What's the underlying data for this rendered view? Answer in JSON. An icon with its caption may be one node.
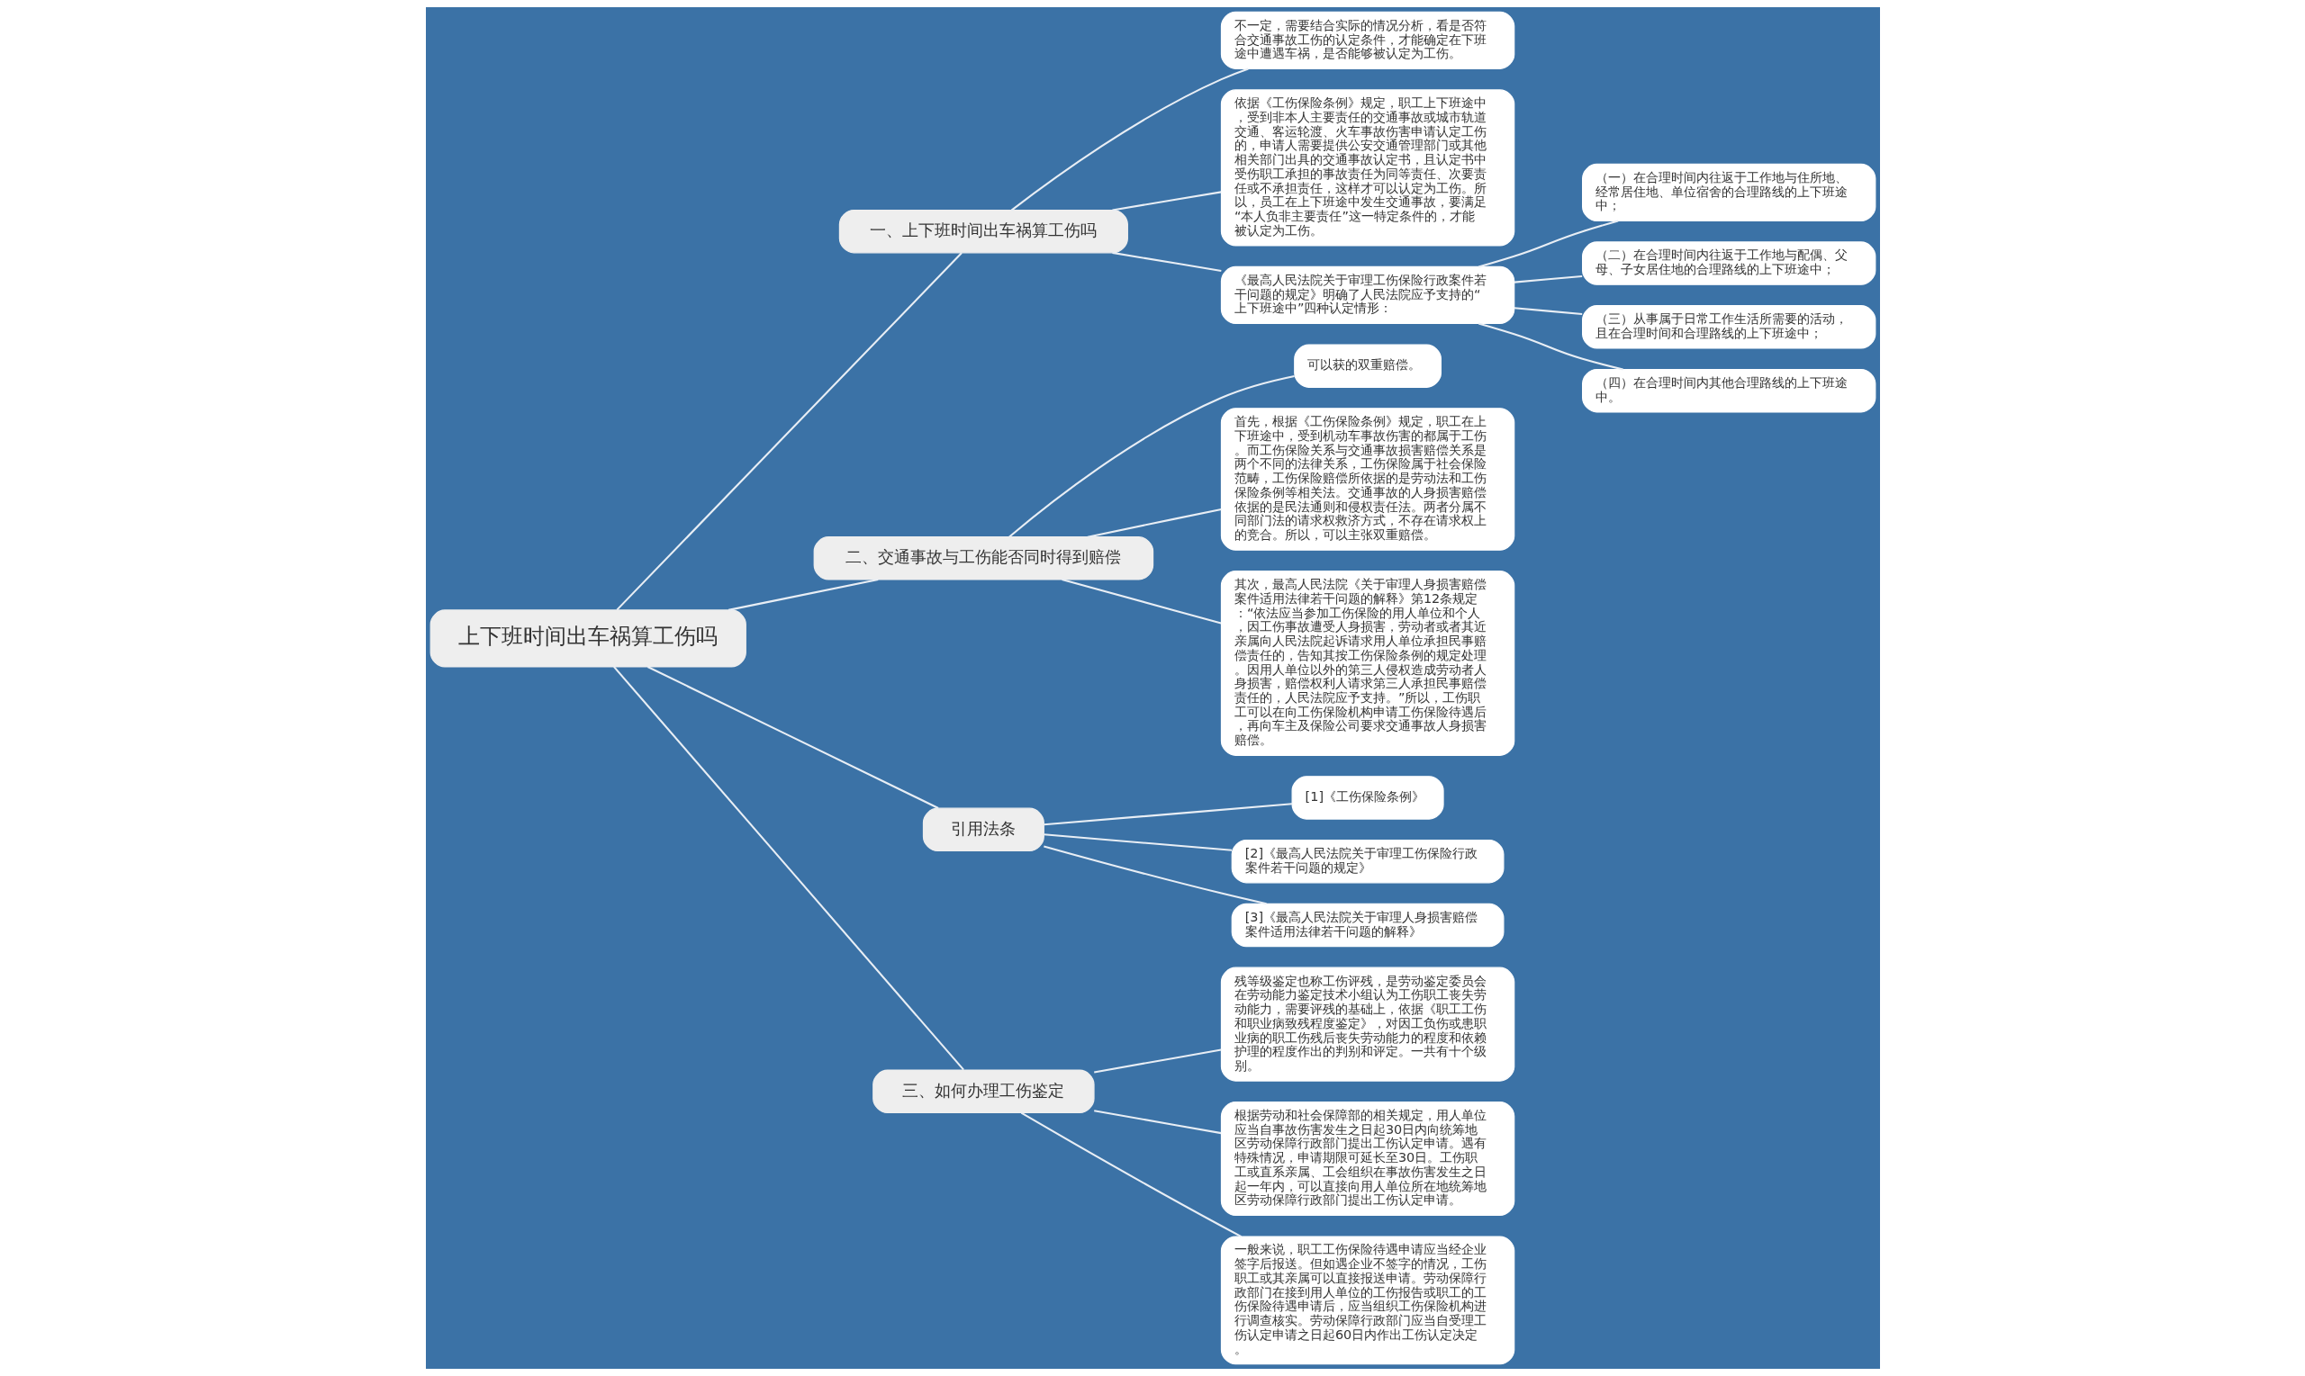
{
  "diagram": {
    "nodes": [
      {
        "text": [
          "上下班时间出车祸算工伤吗"
        ]
      },
      {
        "text": [
          "一、上下班时间出车祸算工伤吗"
        ]
      },
      {
        "text": [
          "不一定，需要结合实际的情况分析，看是否符合交通事故工伤的认定条件，才能确定在下班途中遭遇车祸，是否能够被认定为工伤。"
        ]
      },
      {
        "text": [
          "依据《工伤保险条例》规定，职工上下班途中，受到非本人主要责任的交通事故或城市轨道交通、客运轮渡、火车事故伤害申请认定工伤的，申请人需要提供公安交通管理部门或其他相关部门出具的交通事故认定书，且认定书中受伤职工承担的事故责任为同等责任、次要责任或不承担责任，这样才可以认定为工伤。所以，员工在上下班途中发生交通事故，要满足“本人负非主要责任”这一特定条件的，才能被认定为工伤。"
        ]
      },
      {
        "text": [
          "《最高人民法院关于审理工伤保险行政案件若干问题的规定》明确了人民法院应予支持的“上下班途中”四种认定情形："
        ]
      },
      {
        "text": [
          "（一）在合理时间内往返于工作地与住所地、经常居住地、单位宿舍的合理路线的上下班途中；"
        ]
      },
      {
        "text": [
          "（二）在合理时间内往返于工作地与配偶、父母、子女居住地的合理路线的上下班途中；"
        ]
      },
      {
        "text": [
          "（三）从事属于日常工作生活所需要的活动，且在合理时间和合理路线的上下班途中；"
        ]
      },
      {
        "text": [
          "（四）在合理时间内其他合理路线的上下班途中。"
        ]
      },
      {
        "text": [
          "二、交通事故与工伤能否同时得到赔偿"
        ]
      },
      {
        "text": [
          "可以获的双重赔偿。"
        ]
      },
      {
        "text": [
          "首先，根据《工伤保险条例》规定，职工在上下班途中，受到机动车事故伤害的都属于工伤。而工伤保险关系与交通事故损害赔偿关系是两个不同的法律关系，工伤保险属于社会保险范畴，工伤保险赔偿所依据的是劳动法和工伤保险条例等相关法。交通事故的人身损害赔偿依据的是民法通则和侵权责任法。两者分属不同部门法的请求权救济方式，不存在请求权上的竞合。所以，可以主张双重赔偿。"
        ]
      },
      {
        "text": [
          "其次，最高人民法院《关于审理人身损害赔偿案件适用法律若干问题的解释》第12条规定：“依法应当参加工伤保险的用人单位和个人，因工伤事故遭受人身损害，劳动者或者其近亲属向人民法院起诉请求用人单位承担民事赔偿责任的，告知其按工伤保险条例的规定处理。因用人单位以外的第三人侵权造成劳动者人身损害，赔偿权利人请求第三人承担民事赔偿责任的，人民法院应予支持。”所以，工伤职工可以在向工伤保险机构申请工伤保险待遇后，再向车主及保险公司要求交通事故人身损害赔偿。"
        ]
      },
      {
        "text": [
          "引用法条"
        ]
      },
      {
        "text": [
          "[1]《工伤保险条例》"
        ]
      },
      {
        "text": [
          "[2]《最高人民法院关于审理工伤保险行政案件若干问题的规定》"
        ]
      },
      {
        "text": [
          "[3]《最高人民法院关于审理人身损害赔偿案件适用法律若干问题的解释》"
        ]
      },
      {
        "text": [
          "三、如何办理工伤鉴定"
        ]
      },
      {
        "text": [
          "残等级鉴定也称工伤评残，是劳动鉴定委员会在劳动能力鉴定技术小组认为工伤职工丧失劳动能力，需要评残的基础上，依据《职工工伤和职业病致残程度鉴定》，对因工负伤或患职业病的职工伤残后丧失劳动能力的程度和依赖护理的程度作出的判别和评定。一共有十个级别。"
        ]
      },
      {
        "text": [
          "根据劳动和社会保障部的相关规定，用人单位应当自事故伤害发生之日起30日内向统筹地区劳动保障行政部门提出工伤认定申请。遇有特殊情况，申请期限可延长至30日。工伤职工或直系亲属、工会组织在事故伤害发生之日起一年内，可以直接向用人单位所在地统筹地区劳动保障行政部门提出工伤认定申请。"
        ]
      },
      {
        "text": [
          "一般来说，职工工伤保险待遇申请应当经企业签字后报送。但如遇企业不签字的情况，工伤职工或其亲属可以直接报送申请。劳动保障行政部门在接到用人单位的工伤报告或职工的工伤保险待遇申请后，应当组织工伤保险机构进行调查核实。劳动保障行政部门应当自受理工伤认定申请之日起60日内作出工伤认定决定。"
        ]
      }
    ],
    "edges": [
      {
        "from": 0,
        "to": 1,
        "arrow": "none"
      },
      {
        "from": 1,
        "to": 2,
        "arrow": "none"
      },
      {
        "from": 1,
        "to": 3,
        "arrow": "none"
      },
      {
        "from": 1,
        "to": 4,
        "arrow": "none"
      },
      {
        "from": 4,
        "to": 5,
        "arrow": "none"
      },
      {
        "from": 4,
        "to": 6,
        "arrow": "none"
      },
      {
        "from": 4,
        "to": 7,
        "arrow": "none"
      },
      {
        "from": 4,
        "to": 8,
        "arrow": "none"
      },
      {
        "from": 0,
        "to": 9,
        "arrow": "none"
      },
      {
        "from": 9,
        "to": 10,
        "arrow": "none"
      },
      {
        "from": 9,
        "to": 11,
        "arrow": "none"
      },
      {
        "from": 9,
        "to": 12,
        "arrow": "none"
      },
      {
        "from": 0,
        "to": 13,
        "arrow": "none"
      },
      {
        "from": 13,
        "to": 14,
        "arrow": "none"
      },
      {
        "from": 13,
        "to": 15,
        "arrow": "none"
      },
      {
        "from": 13,
        "to": 16,
        "arrow": "none"
      },
      {
        "from": 0,
        "to": 17,
        "arrow": "none"
      },
      {
        "from": 17,
        "to": 18,
        "arrow": "none"
      },
      {
        "from": 17,
        "to": 19,
        "arrow": "none"
      },
      {
        "from": 17,
        "to": 20,
        "arrow": "none"
      }
    ]
  }
}
